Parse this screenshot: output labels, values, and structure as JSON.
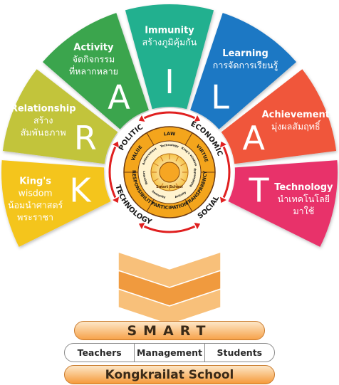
{
  "petals": [
    {
      "key": "K",
      "letter": "K",
      "title": "King's",
      "lines": [
        "wisdom",
        "น้อมนำศาสตร์",
        "พระราชา"
      ],
      "color": "#f4c51e",
      "letter_color": "#ffffff"
    },
    {
      "key": "R",
      "letter": "R",
      "title": "Relationship",
      "lines": [
        "สร้าง",
        "สัมพันธภาพ"
      ],
      "color": "#c2c43a",
      "letter_color": "#ffffff"
    },
    {
      "key": "A1",
      "letter": "A",
      "title": "Activity",
      "lines": [
        "จัดกิจกรรม",
        "ที่หลากหลาย"
      ],
      "color": "#3aa54e",
      "letter_color": "#ffffff"
    },
    {
      "key": "I",
      "letter": "I",
      "title": "Immunity",
      "lines": [
        "สร้างภูมิคุ้มกัน"
      ],
      "color": "#22b08f",
      "letter_color": "#ffffff"
    },
    {
      "key": "L",
      "letter": "L",
      "title": "Learning",
      "lines": [
        "การจัดการเรียนรู้"
      ],
      "color": "#1d78c4",
      "letter_color": "#ffffff"
    },
    {
      "key": "A2",
      "letter": "A",
      "title": "Achievement",
      "lines": [
        "มุ่งผลสัมฤทธิ์"
      ],
      "color": "#f0573a",
      "letter_color": "#ffffff"
    },
    {
      "key": "T",
      "letter": "T",
      "title": "Technology",
      "lines": [
        "นำเทคโนโลยี",
        "มาใช้"
      ],
      "color": "#e8336b",
      "letter_color": "#ffffff"
    }
  ],
  "outer_ring_labels": [
    "POLITIC",
    "ECONOMIC",
    "TRANSPARENCY",
    "SOCIAL",
    "PARTICIPATION",
    "RESPONSIBILITY",
    "TECHNOLOGY",
    "VALUE",
    "LAW",
    "VIRTUE"
  ],
  "inner_labels": {
    "law": "LAW",
    "virtue": "VIRTUE",
    "transparency": "TRANSPARENCY",
    "participation": "PARTICIPATION",
    "responsibility": "RESPONSIBILITY",
    "value": "VALUE",
    "ring_small": [
      "Technology",
      "King's wisdom",
      "Relationship",
      "Activity",
      "Immunity",
      "Learning",
      "Achievement"
    ],
    "center_text": "Smart School"
  },
  "ring_words": {
    "politic": "POLITIC",
    "economic": "ECONOMIC",
    "social": "SOCIAL",
    "technology": "TECHNOLOGY"
  },
  "bottom": {
    "smart": "SMART",
    "teachers": "Teachers",
    "management": "Management",
    "students": "Students",
    "school": "Kongkrailat School"
  },
  "colors": {
    "arrow_red": "#e02020",
    "chevron_light": "#f8c07a",
    "chevron_dark": "#f09a3e",
    "ring_gold": "#f4a51c",
    "ring_dark": "#6b3a12"
  }
}
